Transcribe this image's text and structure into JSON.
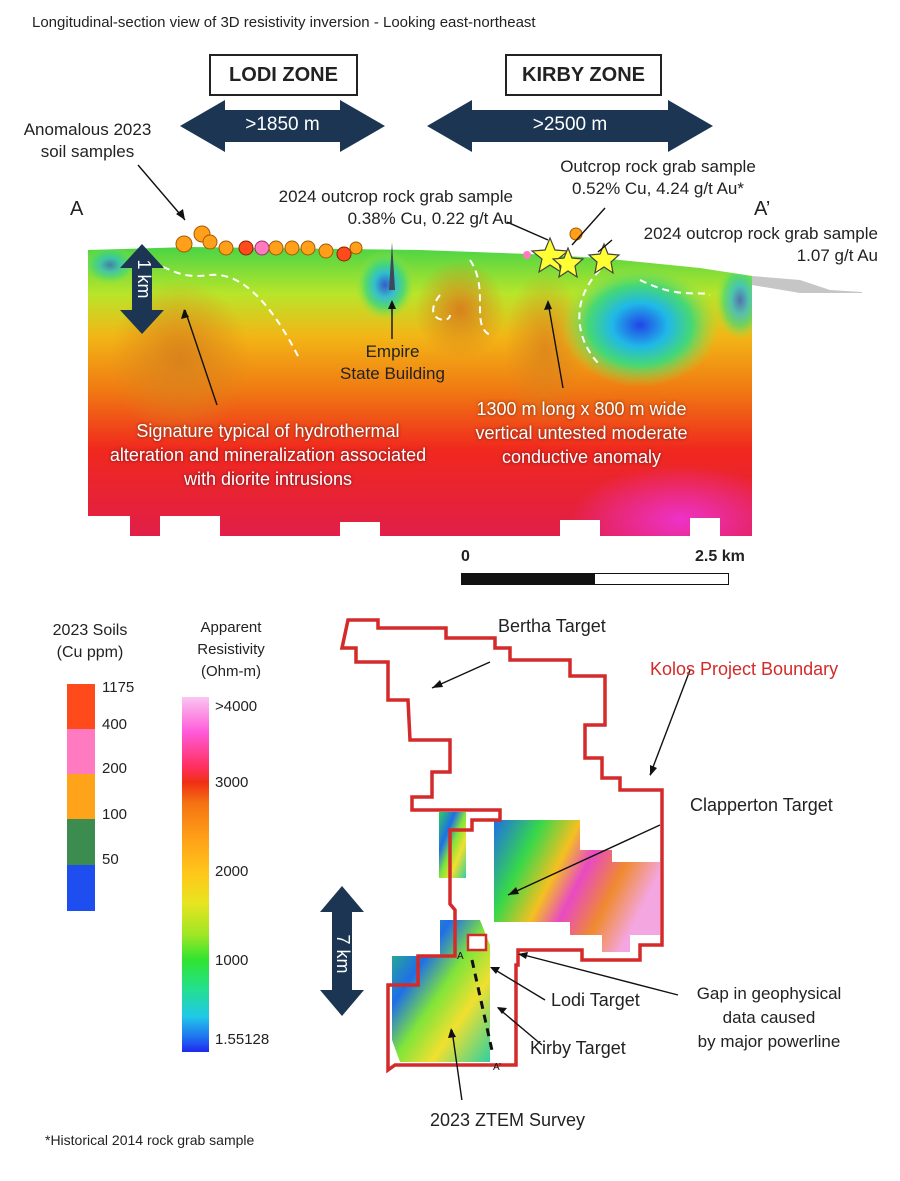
{
  "header": {
    "title": "Longitudinal-section view of 3D resistivity inversion - Looking east-northeast"
  },
  "zones": [
    {
      "label": "LODI ZONE",
      "extent": ">1850 m"
    },
    {
      "label": "KIRBY ZONE",
      "extent": ">2500 m"
    }
  ],
  "section": {
    "endpoint_a": "A",
    "endpoint_a_prime": "A’",
    "depth_marker": "1 km",
    "soil_callout": "Anomalous 2023\nsoil samples",
    "grab_2024_a": "2024 outcrop rock grab sample\n0.38% Cu, 0.22 g/t Au",
    "grab_historic": "Outcrop rock grab sample\n0.52% Cu, 4.24 g/t Au*",
    "grab_2024_b": "2024 outcrop rock grab sample\n1.07 g/t Au",
    "building_label": "Empire\nState Building",
    "signature_label": "Signature typical of  hydrothermal\nalteration and mineralization associated\nwith diorite intrusions",
    "anomaly_label": "1300 m long x 800 m wide\nvertical untested moderate\nconductive anomaly"
  },
  "scale_bar": {
    "start": "0",
    "end": "2.5 km"
  },
  "soil_legend": {
    "title": "2023 Soils\n(Cu ppm)",
    "bins": [
      {
        "label": "1175",
        "color": "#ff4a1c"
      },
      {
        "label": "400",
        "color": "#ff7ac0"
      },
      {
        "label": "200",
        "color": "#ffa41a"
      },
      {
        "label": "100",
        "color": "#3c8c50"
      },
      {
        "label": "50",
        "color": "#1f4ef0"
      }
    ]
  },
  "resistivity_legend": {
    "title": "Apparent\nResistivity\n(Ohm-m)",
    "ticks": [
      ">4000",
      "3000",
      "2000",
      "1000",
      "1.55128"
    ]
  },
  "map": {
    "bertha": "Bertha Target",
    "boundary": "Kolos Project Boundary",
    "clapperton": "Clapperton Target",
    "scale": "7 km",
    "gap": "Gap in geophysical\ndata caused\nby major powerline",
    "lodi": "Lodi Target",
    "kirby": "Kirby Target",
    "survey": "2023 ZTEM Survey",
    "section_a": "A",
    "section_a_prime": "A’"
  },
  "footnote": "*Historical 2014 rock grab sample",
  "colors": {
    "boundary": "#d42a2a",
    "arrow": "#1b3553",
    "star": "#ffff33"
  }
}
